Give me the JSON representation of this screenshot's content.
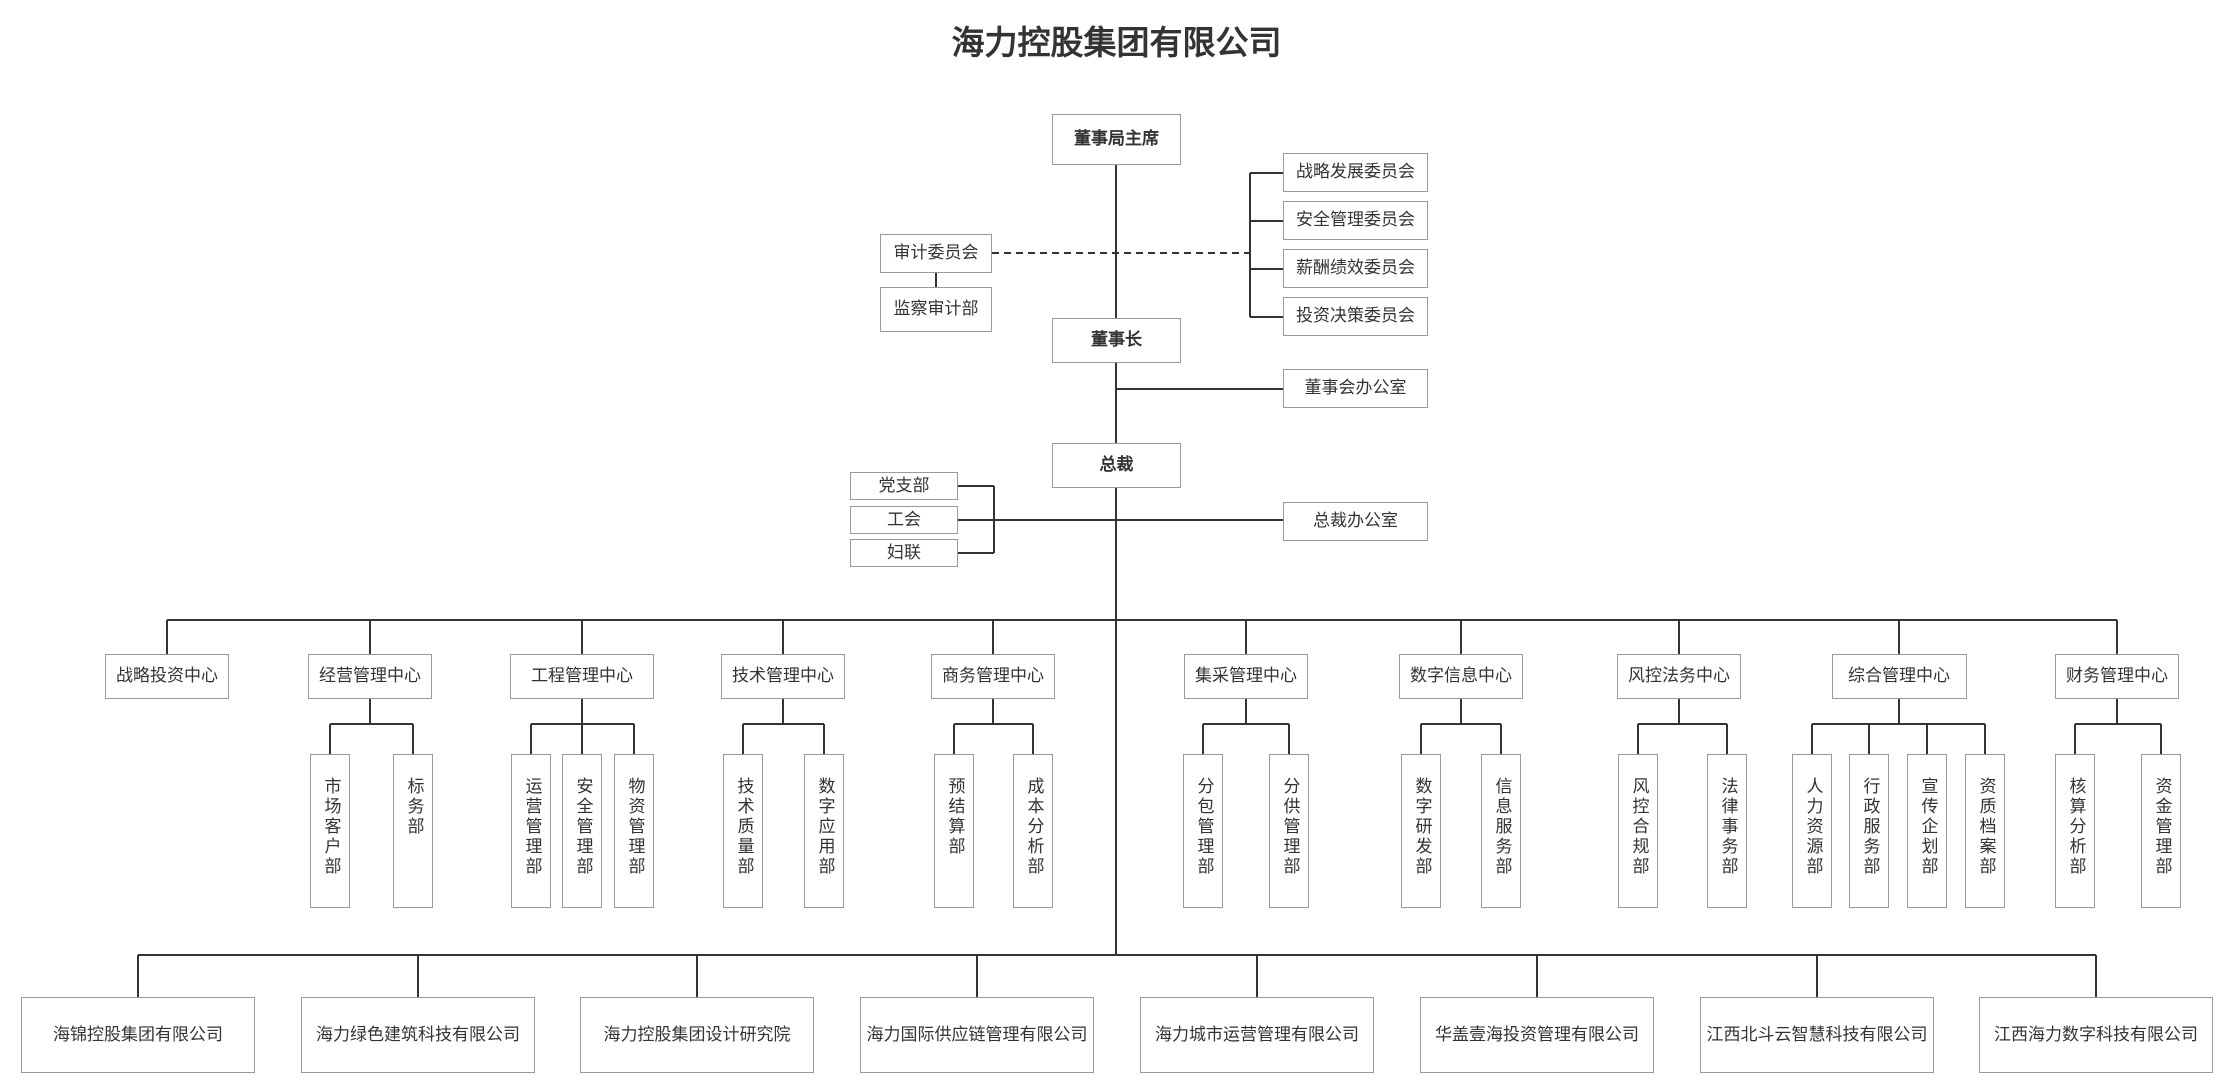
{
  "title": "海力控股集团有限公司",
  "top": {
    "chairman_board": "董事局主席",
    "chairman": "董事长",
    "president": "总裁"
  },
  "committees": [
    "战略发展委员会",
    "安全管理委员会",
    "薪酬绩效委员会",
    "投资决策委员会"
  ],
  "audit": {
    "committee": "审计委员会",
    "department": "监察审计部"
  },
  "board_office": "董事会办公室",
  "president_office": "总裁办公室",
  "party_units": [
    "党支部",
    "工会",
    "妇联"
  ],
  "centers": [
    {
      "name": "战略投资中心",
      "departments": []
    },
    {
      "name": "经营管理中心",
      "departments": [
        "市场客户部",
        "标务部"
      ]
    },
    {
      "name": "工程管理中心",
      "departments": [
        "运营管理部",
        "安全管理部",
        "物资管理部"
      ]
    },
    {
      "name": "技术管理中心",
      "departments": [
        "技术质量部",
        "数字应用部"
      ]
    },
    {
      "name": "商务管理中心",
      "departments": [
        "预结算部",
        "成本分析部"
      ]
    },
    {
      "name": "集采管理中心",
      "departments": [
        "分包管理部",
        "分供管理部"
      ]
    },
    {
      "name": "数字信息中心",
      "departments": [
        "数字研发部",
        "信息服务部"
      ]
    },
    {
      "name": "风控法务中心",
      "departments": [
        "风控合规部",
        "法律事务部"
      ]
    },
    {
      "name": "综合管理中心",
      "departments": [
        "人力资源部",
        "行政服务部",
        "宣传企划部",
        "资质档案部"
      ]
    },
    {
      "name": "财务管理中心",
      "departments": [
        "核算分析部",
        "资金管理部"
      ]
    }
  ],
  "subsidiaries": [
    "海锦控股集团有限公司",
    "海力绿色建筑科技有限公司",
    "海力控股集团设计研究院",
    "海力国际供应链管理有限公司",
    "海力城市运营管理有限公司",
    "华盖壹海投资管理有限公司",
    "江西北斗云智慧科技有限公司",
    "江西海力数字科技有限公司"
  ]
}
